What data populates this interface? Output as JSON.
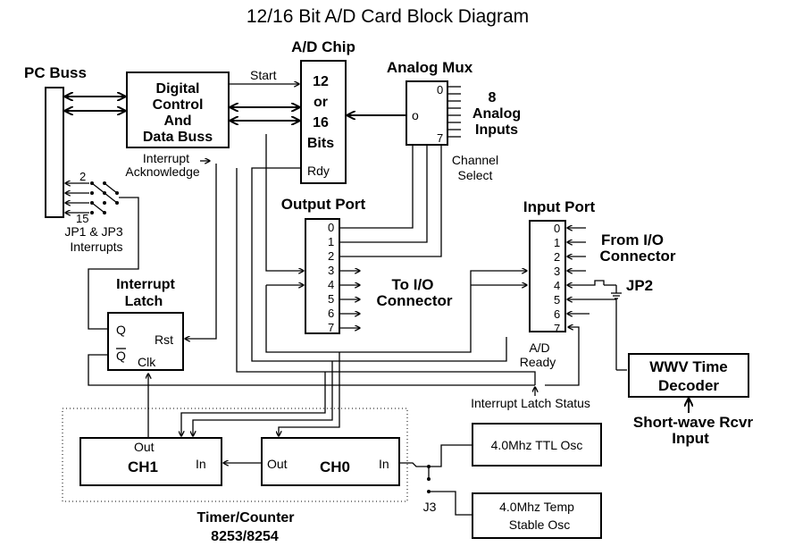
{
  "title": "12/16 Bit A/D Card Block Diagram",
  "pc_buss": {
    "label": "PC Buss"
  },
  "digital_control": {
    "line1": "Digital",
    "line2": "Control",
    "line3": "And",
    "line4": "Data Buss"
  },
  "ad_chip": {
    "label": "A/D Chip",
    "line1": "12",
    "line2": "or",
    "line3": "16",
    "line4": "Bits",
    "rdy": "Rdy"
  },
  "signals": {
    "start": "Start",
    "interrupt_ack_1": "Interrupt",
    "interrupt_ack_2": "Acknowledge",
    "channel_select_1": "Channel",
    "channel_select_2": "Select",
    "ad_ready_1": "A/D",
    "ad_ready_2": "Ready",
    "interrupt_latch_status": "Interrupt Latch Status"
  },
  "analog_mux": {
    "label": "Analog Mux",
    "out_pin": "o",
    "pin_first": "0",
    "pin_last": "7",
    "inputs_1": "8",
    "inputs_2": "Analog",
    "inputs_3": "Inputs"
  },
  "jumpers": {
    "pin_2": "2",
    "pin_15": "15",
    "label_1": "JP1 & JP3",
    "label_2": "Interrupts",
    "jp2": "JP2",
    "j3": "J3"
  },
  "interrupt_latch": {
    "label_1": "Interrupt",
    "label_2": "Latch",
    "q": "Q",
    "qbar": "Q",
    "rst": "Rst",
    "clk": "Clk"
  },
  "output_port": {
    "label": "Output Port",
    "pins": [
      "0",
      "1",
      "2",
      "3",
      "4",
      "5",
      "6",
      "7"
    ],
    "to_io_1": "To I/O",
    "to_io_2": "Connector"
  },
  "input_port": {
    "label": "Input Port",
    "pins": [
      "0",
      "1",
      "2",
      "3",
      "4",
      "5",
      "6",
      "7"
    ],
    "from_io_1": "From I/O",
    "from_io_2": "Connector"
  },
  "wwv": {
    "line1": "WWV Time",
    "line2": "Decoder",
    "input_1": "Short-wave Rcvr",
    "input_2": "Input"
  },
  "timer": {
    "ch1": "CH1",
    "ch0": "CH0",
    "out": "Out",
    "in": "In",
    "label_1": "Timer/Counter",
    "label_2": "8253/8254"
  },
  "osc": {
    "ttl": "4.0Mhz TTL Osc",
    "temp_1": "4.0Mhz Temp",
    "temp_2": "Stable Osc"
  }
}
